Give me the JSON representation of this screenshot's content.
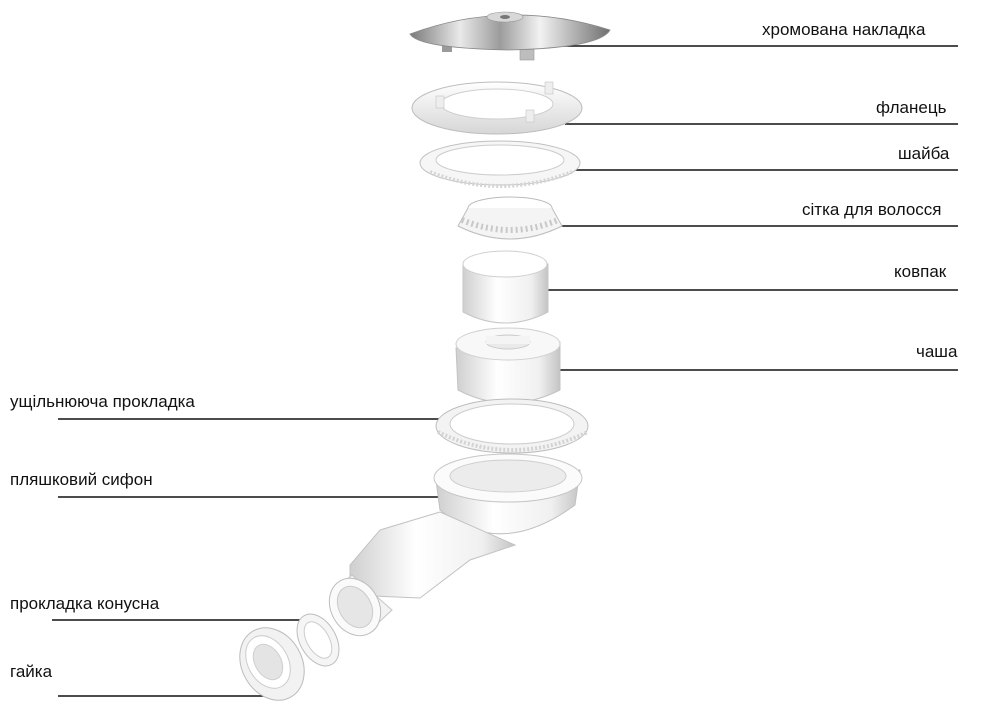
{
  "labels": {
    "chrome_cover": "хромована накладка",
    "flange": "фланець",
    "washer": "шайба",
    "hair_strainer": "сітка для волосся",
    "cap": "ковпак",
    "bowl": "чаша",
    "sealing_gasket": "ущільнююча прокладка",
    "bottle_trap": "пляшковий сифон",
    "cone_gasket": "прокладка конусна",
    "nut": "гайка"
  }
}
